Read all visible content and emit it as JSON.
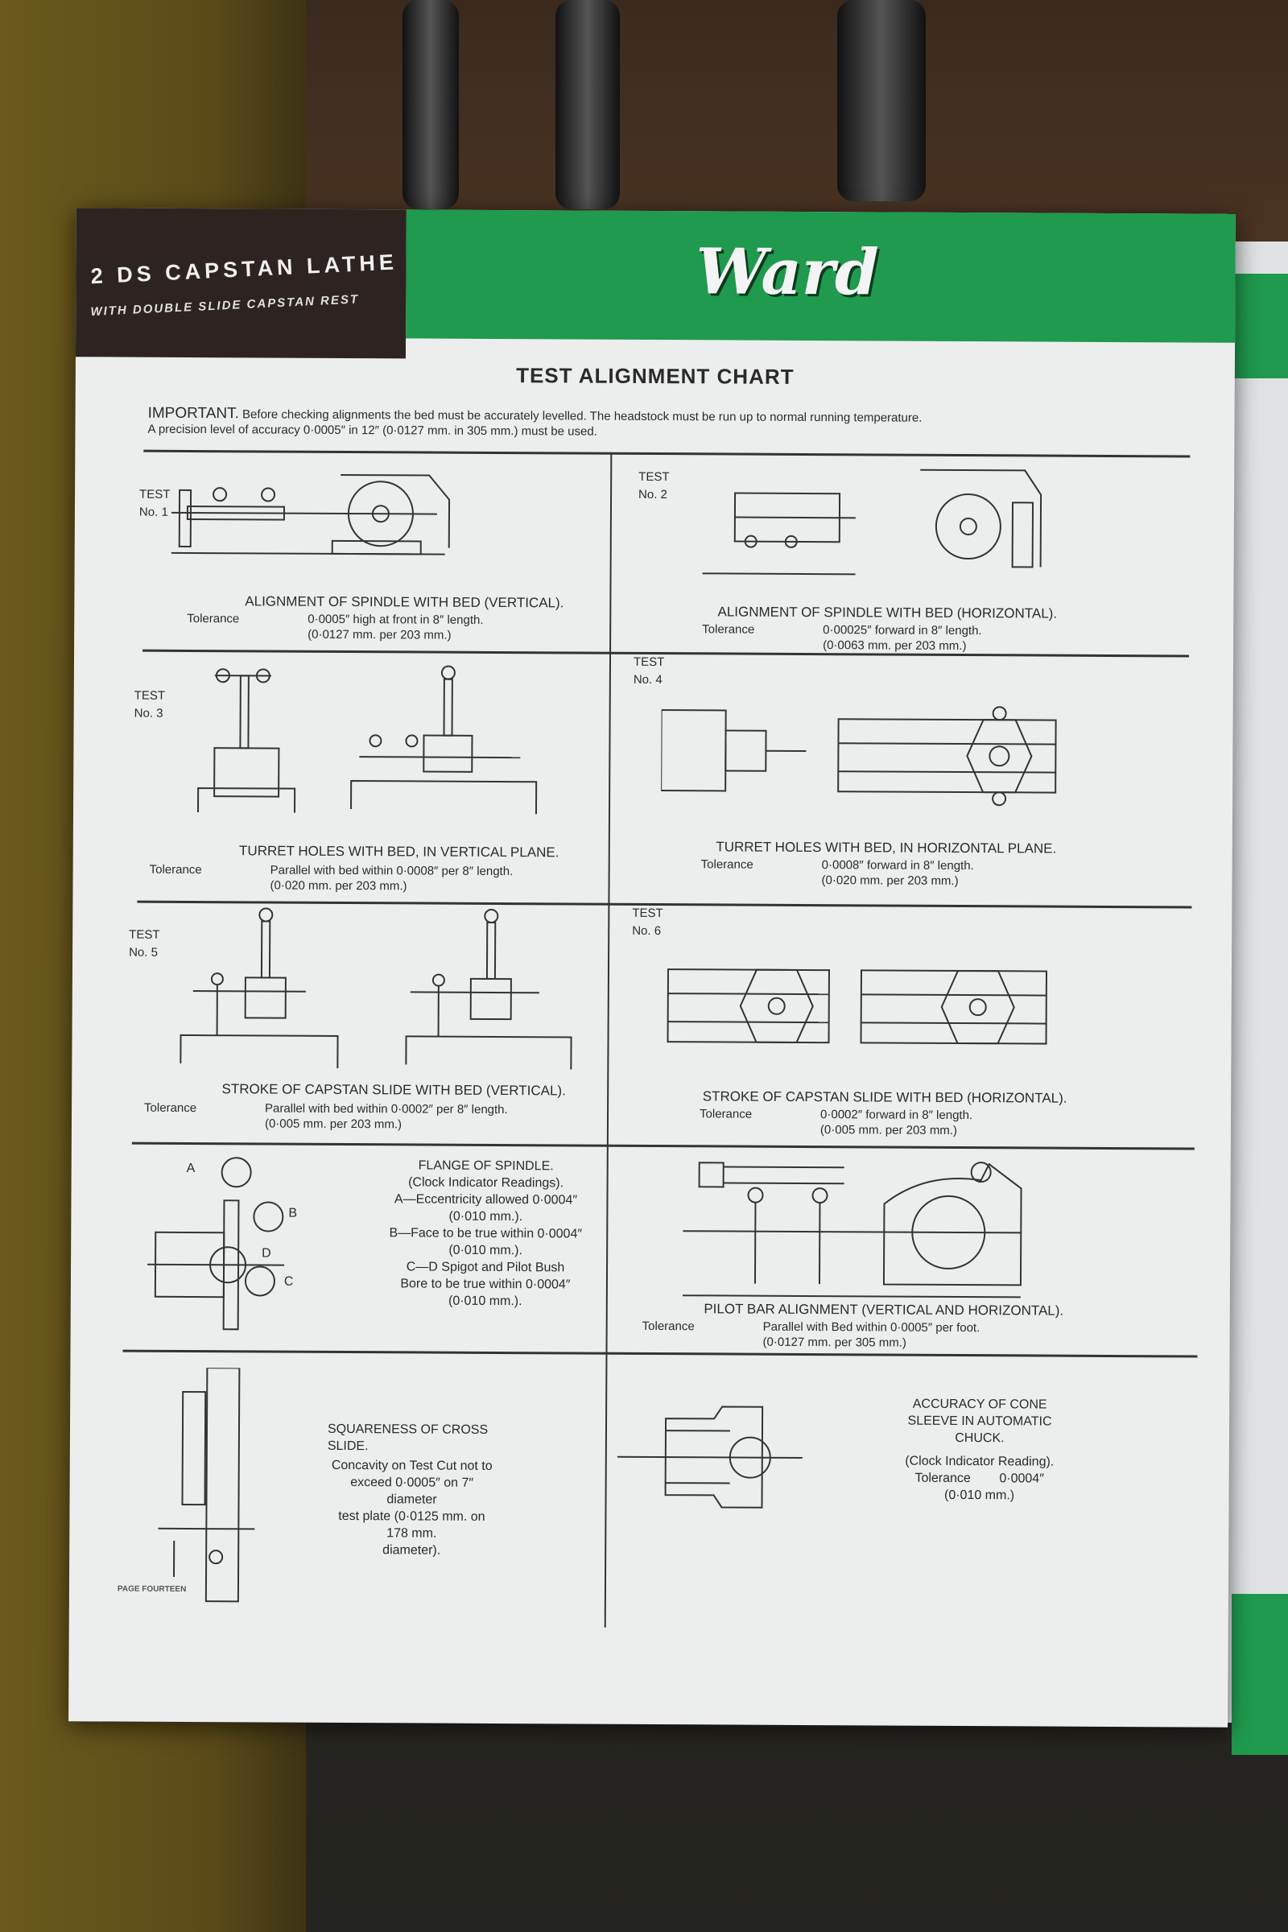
{
  "header": {
    "title": "2 DS CAPSTAN LATHE",
    "subtitle": "WITH DOUBLE SLIDE CAPSTAN REST",
    "logo": "Ward"
  },
  "chart_title": "TEST ALIGNMENT CHART",
  "important": {
    "lead": "IMPORTANT.",
    "line1": "Before checking alignments the bed must be accurately levelled.  The headstock must be run up to normal running temperature.",
    "line2": "A precision level of accuracy 0·0005″ in 12″ (0·0127 mm. in 305 mm.) must be used."
  },
  "tolerance_label": "Tolerance",
  "tests": [
    {
      "label": "TEST",
      "no": "No. 1",
      "caption": "ALIGNMENT OF SPINDLE WITH BED (VERTICAL).",
      "value": "0·0005″ high at front in 8″ length.",
      "metric": "(0·0127 mm. per 203 mm.)"
    },
    {
      "label": "TEST",
      "no": "No. 2",
      "caption": "ALIGNMENT OF SPINDLE WITH BED (HORIZONTAL).",
      "value": "0·00025″ forward in 8″ length.",
      "metric": "(0·0063 mm. per 203 mm.)"
    },
    {
      "label": "TEST",
      "no": "No. 3",
      "caption": "TURRET HOLES WITH BED, IN VERTICAL PLANE.",
      "value": "Parallel with bed within 0·0008″ per 8″ length.",
      "metric": "(0·020 mm. per 203 mm.)"
    },
    {
      "label": "TEST",
      "no": "No. 4",
      "caption": "TURRET HOLES WITH BED, IN HORIZONTAL PLANE.",
      "value": "0·0008″ forward in 8″ length.",
      "metric": "(0·020 mm. per 203 mm.)"
    },
    {
      "label": "TEST",
      "no": "No. 5",
      "caption": "STROKE OF CAPSTAN SLIDE WITH BED (VERTICAL).",
      "value": "Parallel with bed within 0·0002″ per 8″ length.",
      "metric": "(0·005 mm. per 203 mm.)"
    },
    {
      "label": "TEST",
      "no": "No. 6",
      "caption": "STROKE OF CAPSTAN SLIDE WITH BED (HORIZONTAL).",
      "value": "0·0002″ forward in 8″ length.",
      "metric": "(0·005 mm. per 203 mm.)"
    }
  ],
  "flange": {
    "title": "FLANGE OF SPINDLE.",
    "sub": "(Clock Indicator Readings).",
    "a": "A—Eccentricity allowed 0·0004″",
    "a_mm": "(0·010 mm.).",
    "b": "B—Face to be true within 0·0004″",
    "b_mm": "(0·010 mm.).",
    "c1": "C—D Spigot and Pilot Bush",
    "c2": "Bore to be true within 0·0004″",
    "c_mm": "(0·010 mm.).",
    "labels": [
      "A",
      "B",
      "C",
      "D"
    ]
  },
  "pilot": {
    "caption": "PILOT BAR ALIGNMENT (VERTICAL AND HORIZONTAL).",
    "value": "Parallel with Bed within 0·0005″ per foot.",
    "metric": "(0·0127 mm. per 305 mm.)"
  },
  "squareness": {
    "title": "SQUARENESS OF CROSS SLIDE.",
    "l1": "Concavity on Test Cut not to",
    "l2": "exceed 0·0005″ on 7″ diameter",
    "l3": "test plate (0·0125 mm. on 178 mm.",
    "l4": "diameter)."
  },
  "cone": {
    "l1": "ACCURACY OF CONE",
    "l2": "SLEEVE IN AUTOMATIC",
    "l3": "CHUCK.",
    "sub": "(Clock Indicator Reading).",
    "value": "0·0004″",
    "metric": "(0·010 mm.)"
  },
  "page_label": "PAGE FOURTEEN"
}
